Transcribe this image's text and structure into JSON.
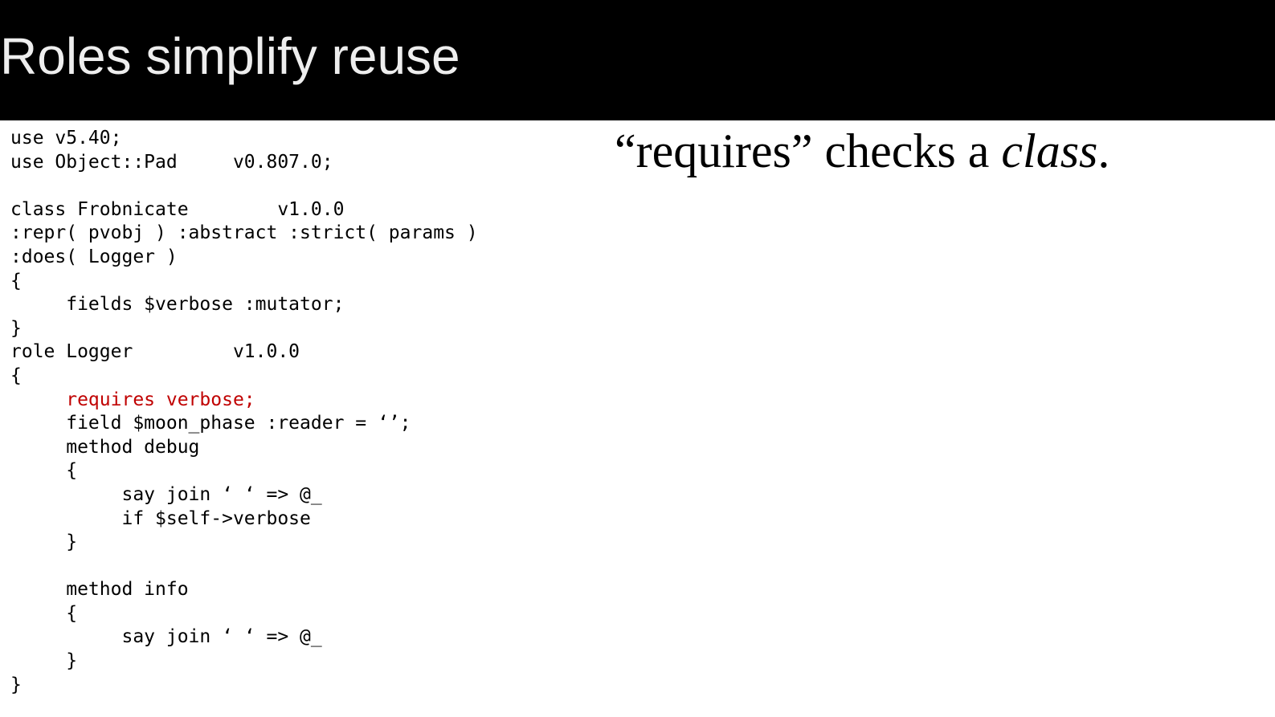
{
  "slide": {
    "title": "Roles simplify reuse"
  },
  "code": {
    "lines": [
      {
        "text": "use v5.40;",
        "highlight": false
      },
      {
        "text": "use Object::Pad     v0.807.0;",
        "highlight": false
      },
      {
        "text": "",
        "highlight": false
      },
      {
        "text": "class Frobnicate        v1.0.0",
        "highlight": false
      },
      {
        "text": ":repr( pvobj ) :abstract :strict( params )",
        "highlight": false
      },
      {
        "text": ":does( Logger )",
        "highlight": false
      },
      {
        "text": "{",
        "highlight": false
      },
      {
        "text": "     fields $verbose :mutator;",
        "highlight": false
      },
      {
        "text": "}",
        "highlight": false
      },
      {
        "text": "role Logger         v1.0.0",
        "highlight": false
      },
      {
        "text": "{",
        "highlight": false
      },
      {
        "text": "     requires verbose;",
        "highlight": true
      },
      {
        "text": "     field $moon_phase :reader = ‘’;",
        "highlight": false
      },
      {
        "text": "     method debug",
        "highlight": false
      },
      {
        "text": "     {",
        "highlight": false
      },
      {
        "text": "          say join ‘ ‘ => @_",
        "highlight": false
      },
      {
        "text": "          if $self->verbose",
        "highlight": false
      },
      {
        "text": "     }",
        "highlight": false
      },
      {
        "text": "",
        "highlight": false
      },
      {
        "text": "     method info",
        "highlight": false
      },
      {
        "text": "     {",
        "highlight": false
      },
      {
        "text": "          say join ‘ ‘ => @_",
        "highlight": false
      },
      {
        "text": "     }",
        "highlight": false
      },
      {
        "text": "}",
        "highlight": false
      }
    ],
    "highlight_color": "#c00000"
  },
  "note": {
    "prefix": "“requires” checks a ",
    "emphasis": "class",
    "suffix": "."
  }
}
